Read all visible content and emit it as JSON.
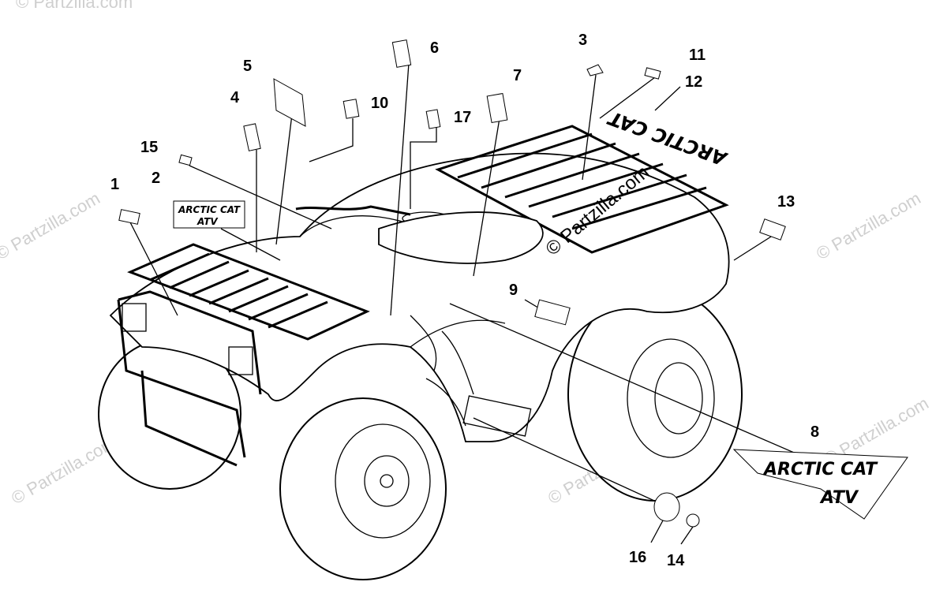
{
  "watermark": "© Partzilla.com",
  "callouts": [
    {
      "id": "c1",
      "label": "1"
    },
    {
      "id": "c2",
      "label": "2"
    },
    {
      "id": "c3",
      "label": "3"
    },
    {
      "id": "c4",
      "label": "4"
    },
    {
      "id": "c5",
      "label": "5"
    },
    {
      "id": "c6",
      "label": "6"
    },
    {
      "id": "c7",
      "label": "7"
    },
    {
      "id": "c8",
      "label": "8"
    },
    {
      "id": "c9",
      "label": "9"
    },
    {
      "id": "c10",
      "label": "10"
    },
    {
      "id": "c11",
      "label": "11"
    },
    {
      "id": "c12",
      "label": "12"
    },
    {
      "id": "c13",
      "label": "13"
    },
    {
      "id": "c14",
      "label": "14"
    },
    {
      "id": "c15",
      "label": "15"
    },
    {
      "id": "c16",
      "label": "16"
    },
    {
      "id": "c17",
      "label": "17"
    }
  ],
  "decals": {
    "item2_line1": "ARCTIC CAT",
    "item2_line2": "ATV",
    "item8_line1": "ARCTIC CAT",
    "item8_line2": "ATV",
    "item12_text": "ARCTIC CAT"
  }
}
